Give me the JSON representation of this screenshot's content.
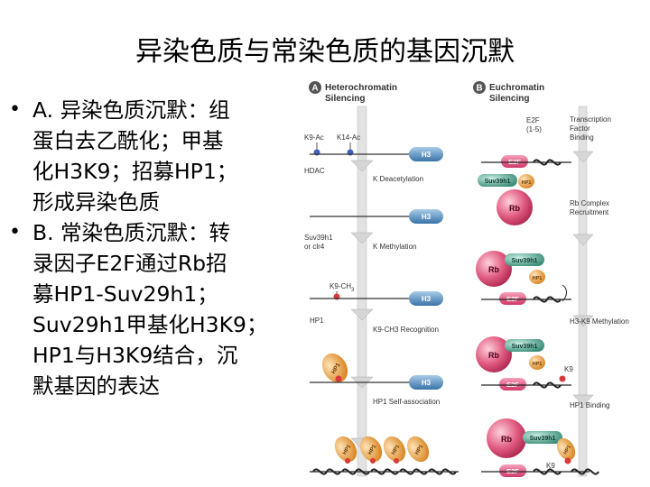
{
  "slide": {
    "title": "异染色质与常染色质的基因沉默",
    "bullets": [
      {
        "lines": [
          "A. 异染色质沉默：组",
          "蛋白去乙酰化；甲基",
          "化H3K9；招募HP1；",
          "形成异染色质"
        ]
      },
      {
        "lines": [
          "B. 常染色质沉默：转",
          "录因子E2F通过Rb招",
          "募HP1-Suv29h1；",
          "Suv29h1甲基化H3K9；",
          "HP1与H3K9结合，沉",
          "默基因的表达"
        ]
      }
    ]
  },
  "figure": {
    "panel_a": {
      "letter": "A",
      "title_line1": "Heterochromatin",
      "title_line2": "Silencing",
      "labels": {
        "k9ac": "K9-Ac",
        "k14ac": "K14-Ac",
        "hdac": "HDAC",
        "suv_line1": "Suv39h1",
        "suv_line2": "or clr4",
        "k9ch3": "K9-CH",
        "k9ch3_sub": "3",
        "hp1": "HP1",
        "h3": "H3"
      },
      "steps": [
        "K Deacetylation",
        "K Methylation",
        "K9-CH3 Recognition",
        "HP1 Self-association"
      ]
    },
    "panel_b": {
      "letter": "B",
      "title_line1": "Euchromatin",
      "title_line2": "Silencing",
      "labels": {
        "e2f_line1": "E2F",
        "e2f_line2": "(1-5)",
        "e2f": "E2F",
        "suv": "Suv39h1",
        "hp1": "HP1",
        "rb": "Rb",
        "k9": "K9"
      },
      "steps": [
        {
          "line1": "Transcription",
          "line2": "Factor",
          "line3": "Binding"
        },
        {
          "line1": "Rb Complex",
          "line2": "Recruitment"
        },
        {
          "line1": "H3-K9 Methylation"
        },
        {
          "line1": "HP1 Binding"
        }
      ]
    }
  },
  "colors": {
    "h3": "#3f7fb8",
    "e2f": "#e04070",
    "rb": "#d8406a",
    "suv": "#4a9e88",
    "hp1": "#e59a3a",
    "methyl": "#d83a3a",
    "acetyl": "#4060c0",
    "arrow": "#d0d0d0"
  }
}
